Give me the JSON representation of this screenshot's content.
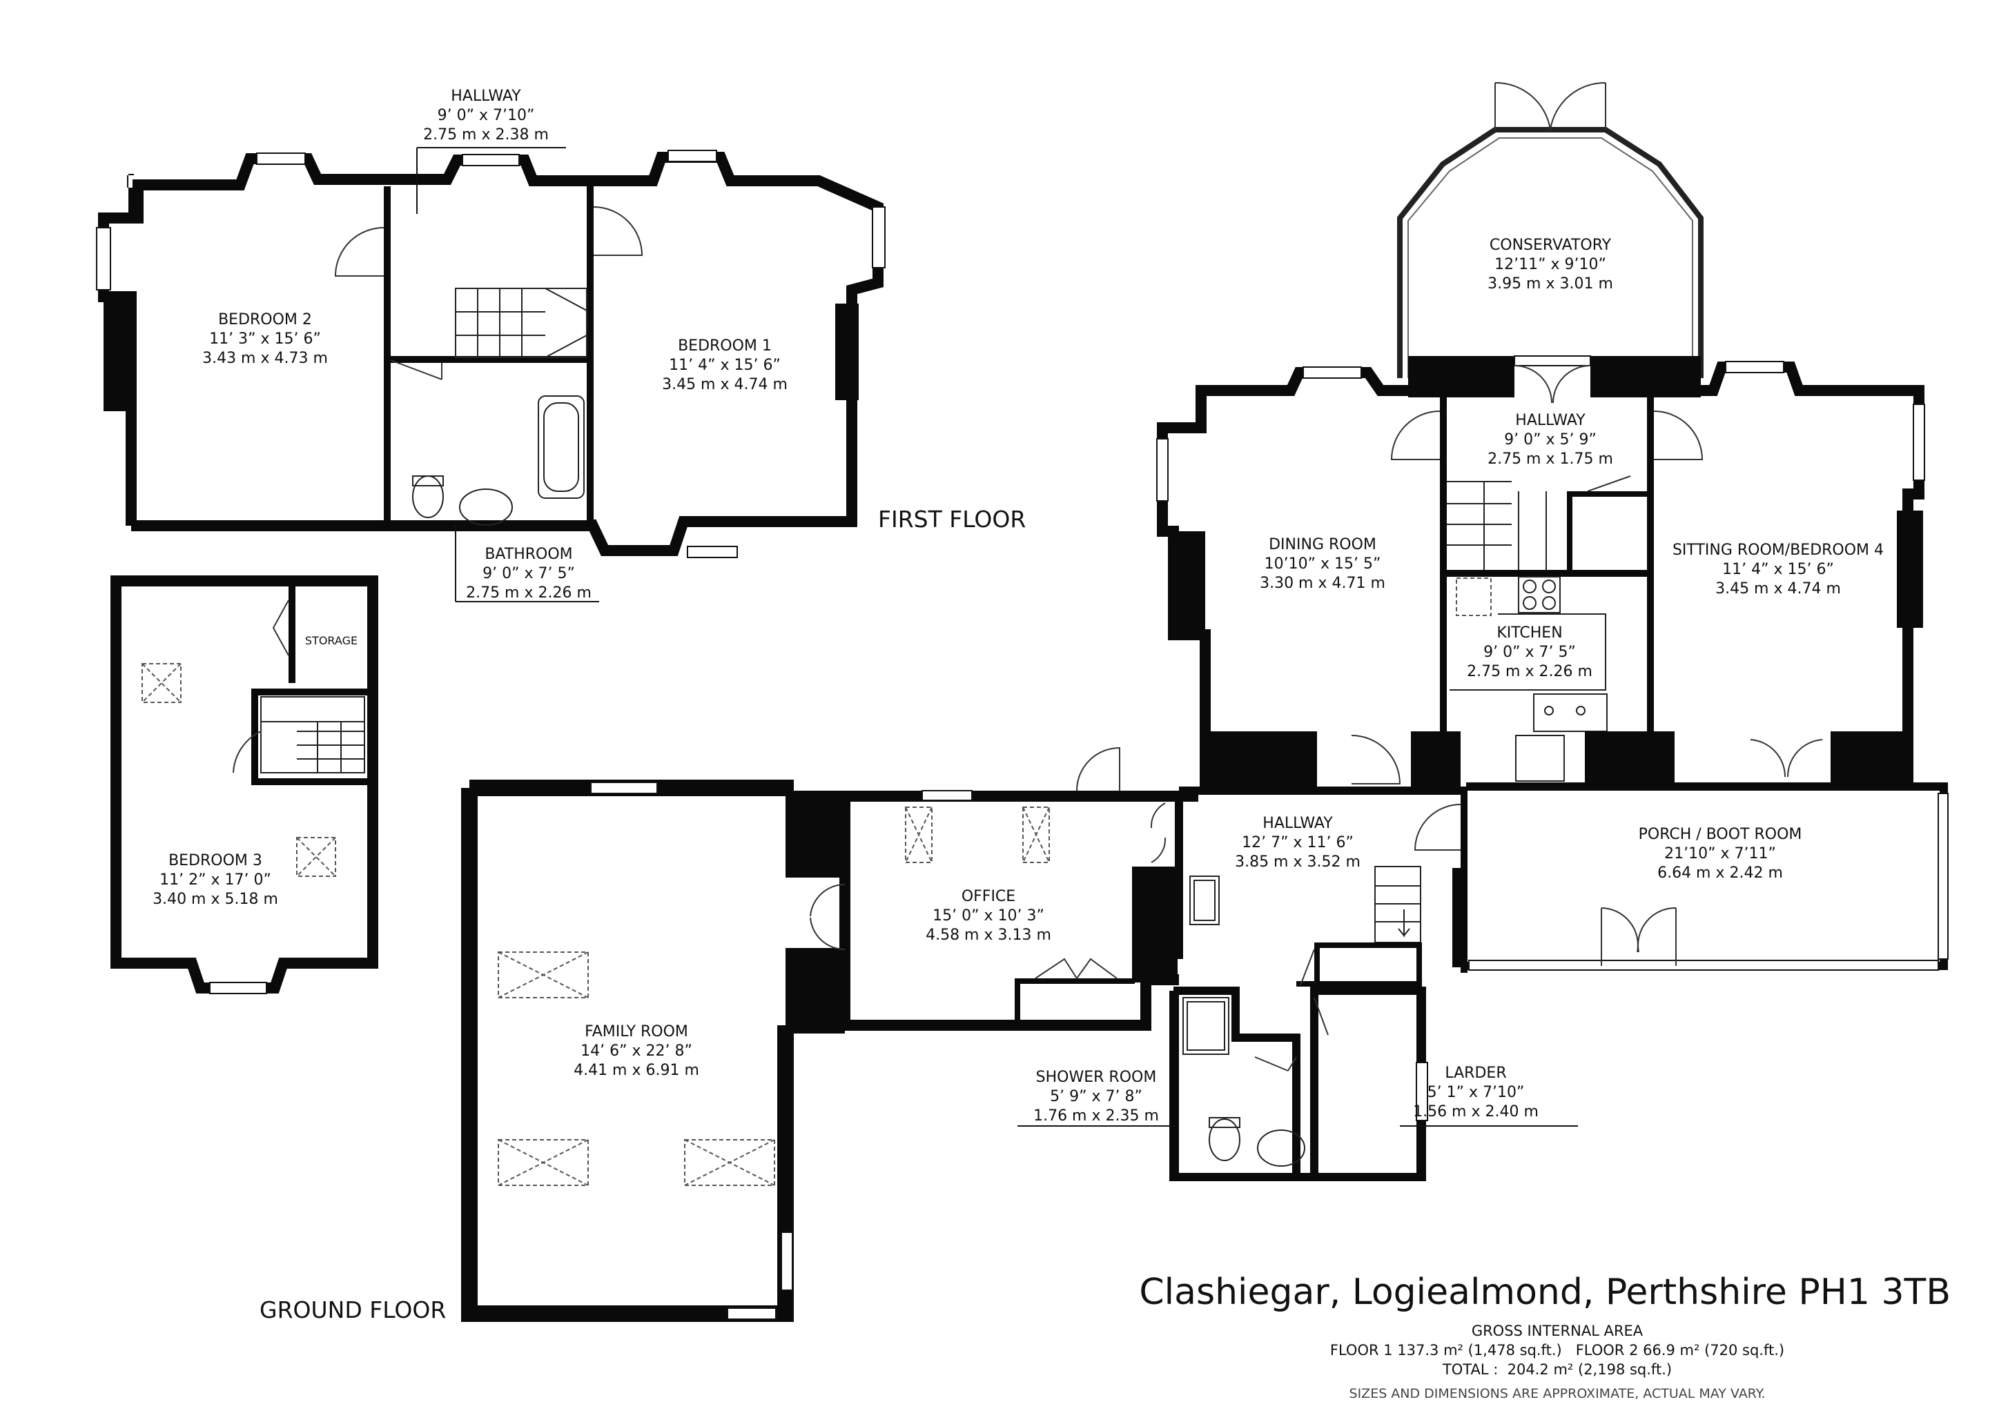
{
  "floors": {
    "first": "FIRST FLOOR",
    "ground": "GROUND FLOOR"
  },
  "rooms": {
    "bedroom2": {
      "name": "BEDROOM 2",
      "imperial": "11’ 3” x 15’ 6”",
      "metric": "3.43 m x 4.73 m"
    },
    "hallway_first": {
      "name": "HALLWAY",
      "imperial": "9’ 0” x 7’10”",
      "metric": "2.75 m x 2.38 m"
    },
    "bedroom1": {
      "name": "BEDROOM 1",
      "imperial": "11’ 4” x 15’ 6”",
      "metric": "3.45 m x 4.74 m"
    },
    "bathroom": {
      "name": "BATHROOM",
      "imperial": "9’ 0” x 7’ 5”",
      "metric": "2.75 m x 2.26 m"
    },
    "bedroom3": {
      "name": "BEDROOM 3",
      "imperial": "11’ 2” x 17’ 0”",
      "metric": "3.40 m x 5.18 m"
    },
    "storage": {
      "name": "STORAGE"
    },
    "conservatory": {
      "name": "CONSERVATORY",
      "imperial": "12’11” x 9’10”",
      "metric": "3.95 m x 3.01 m"
    },
    "hallway_rear": {
      "name": "HALLWAY",
      "imperial": "9’ 0” x 5’ 9”",
      "metric": "2.75 m x 1.75 m"
    },
    "dining_room": {
      "name": "DINING ROOM",
      "imperial": "10’10” x 15’ 5”",
      "metric": "3.30 m x 4.71 m"
    },
    "sitting_room": {
      "name": "SITTING ROOM/BEDROOM 4",
      "imperial": "11’ 4” x 15’ 6”",
      "metric": "3.45 m x 4.74 m"
    },
    "kitchen": {
      "name": "KITCHEN",
      "imperial": "9’ 0” x 7’ 5”",
      "metric": "2.75 m x 2.26 m"
    },
    "hallway_ground": {
      "name": "HALLWAY",
      "imperial": "12’ 7” x 11’ 6”",
      "metric": "3.85 m x 3.52 m"
    },
    "porch": {
      "name": "PORCH / BOOT ROOM",
      "imperial": "21’10” x 7’11”",
      "metric": "6.64 m x 2.42 m"
    },
    "office": {
      "name": "OFFICE",
      "imperial": "15’ 0” x 10’ 3”",
      "metric": "4.58 m x 3.13 m"
    },
    "family_room": {
      "name": "FAMILY ROOM",
      "imperial": "14’ 6” x 22’ 8”",
      "metric": "4.41 m x 6.91 m"
    },
    "shower_room": {
      "name": "SHOWER ROOM",
      "imperial": "5’ 9” x 7’ 8”",
      "metric": "1.76 m x 2.35 m"
    },
    "larder": {
      "name": "LARDER",
      "imperial": "5’ 1” x 7’10”",
      "metric": "1.56 m x 2.40 m"
    }
  },
  "address": "Clashiegar, Logiealmond, Perthshire PH1 3TB",
  "area": {
    "heading": "GROSS INTERNAL AREA",
    "floors_line": "FLOOR 1 137.3 m² (1,478 sq.ft.)   FLOOR 2 66.9 m² (720 sq.ft.)",
    "total_line": "TOTAL :  204.2 m² (2,198 sq.ft.)",
    "disclaimer": "SIZES AND DIMENSIONS ARE APPROXIMATE, ACTUAL MAY VARY."
  }
}
